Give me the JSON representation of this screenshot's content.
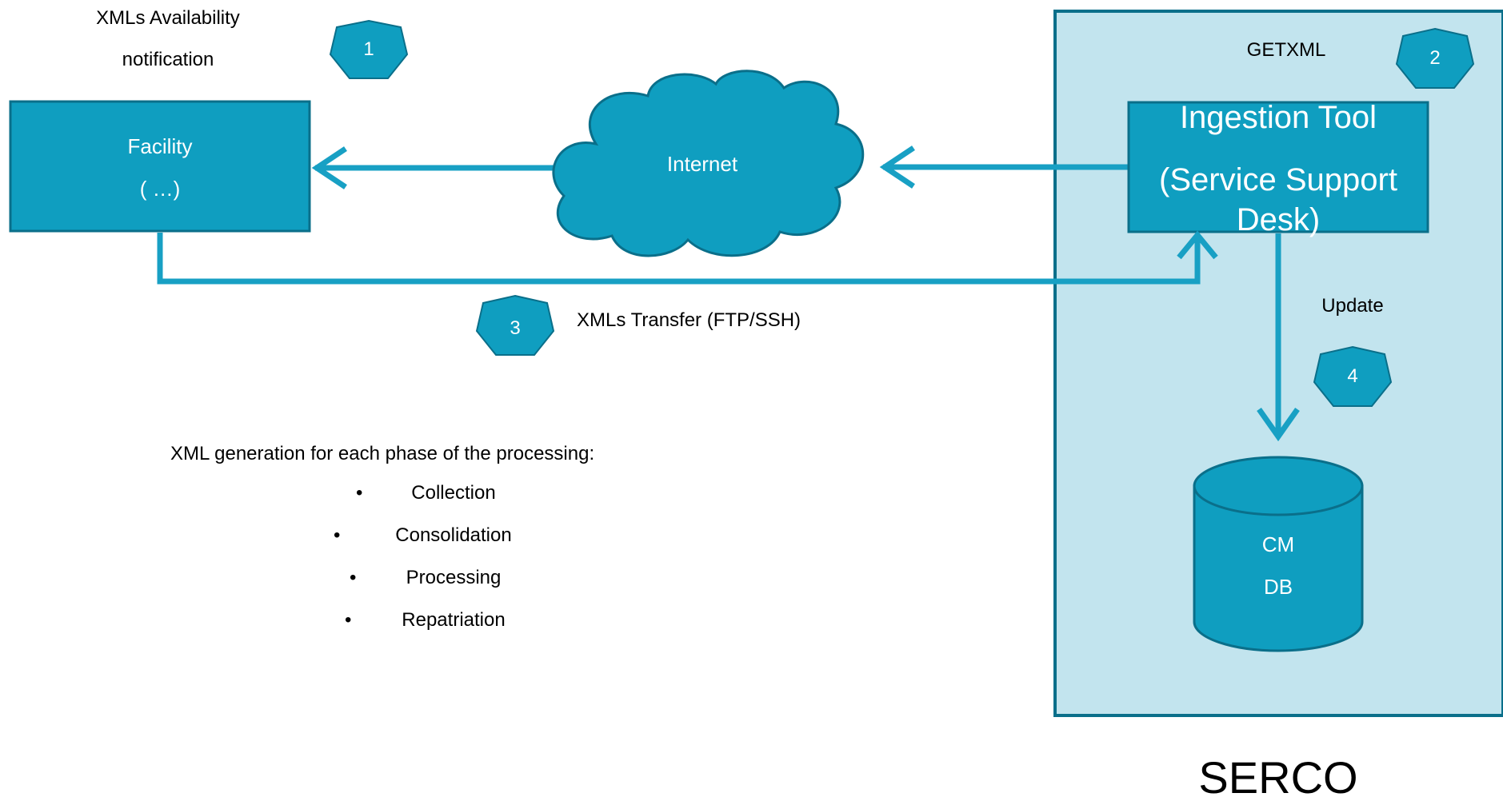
{
  "steps": {
    "step1": {
      "number": "1",
      "label_line1": "XMLs Availability",
      "label_line2": "notification"
    },
    "step2": {
      "number": "2",
      "label": "GETXML"
    },
    "step3": {
      "number": "3",
      "label": "XMLs Transfer (FTP/SSH)"
    },
    "step4": {
      "number": "4",
      "label": "Update"
    }
  },
  "facility": {
    "line1": "Facility",
    "line2": "( …)"
  },
  "internet": {
    "label": "Internet"
  },
  "ingestion_tool": {
    "line1": "Ingestion Tool",
    "line2": "(Service Support",
    "line3": "Desk)"
  },
  "database": {
    "line1": "CM",
    "line2": "DB"
  },
  "notes": {
    "heading": "XML generation for each phase of the processing:",
    "bullet_char": "•",
    "phases": [
      "Collection",
      "Consolidation",
      "Processing",
      "Repatriation"
    ]
  },
  "organization": {
    "name": "SERCO"
  },
  "colors": {
    "box_fill": "#0f9ec0",
    "box_border": "#0a6f8a",
    "arrow": "#18a0c4",
    "container_fill": "#c2e4ee",
    "container_border": "#0a6f8a",
    "heptagon_fill": "#0f9ec0",
    "heptagon_border": "#0a6f8a"
  }
}
